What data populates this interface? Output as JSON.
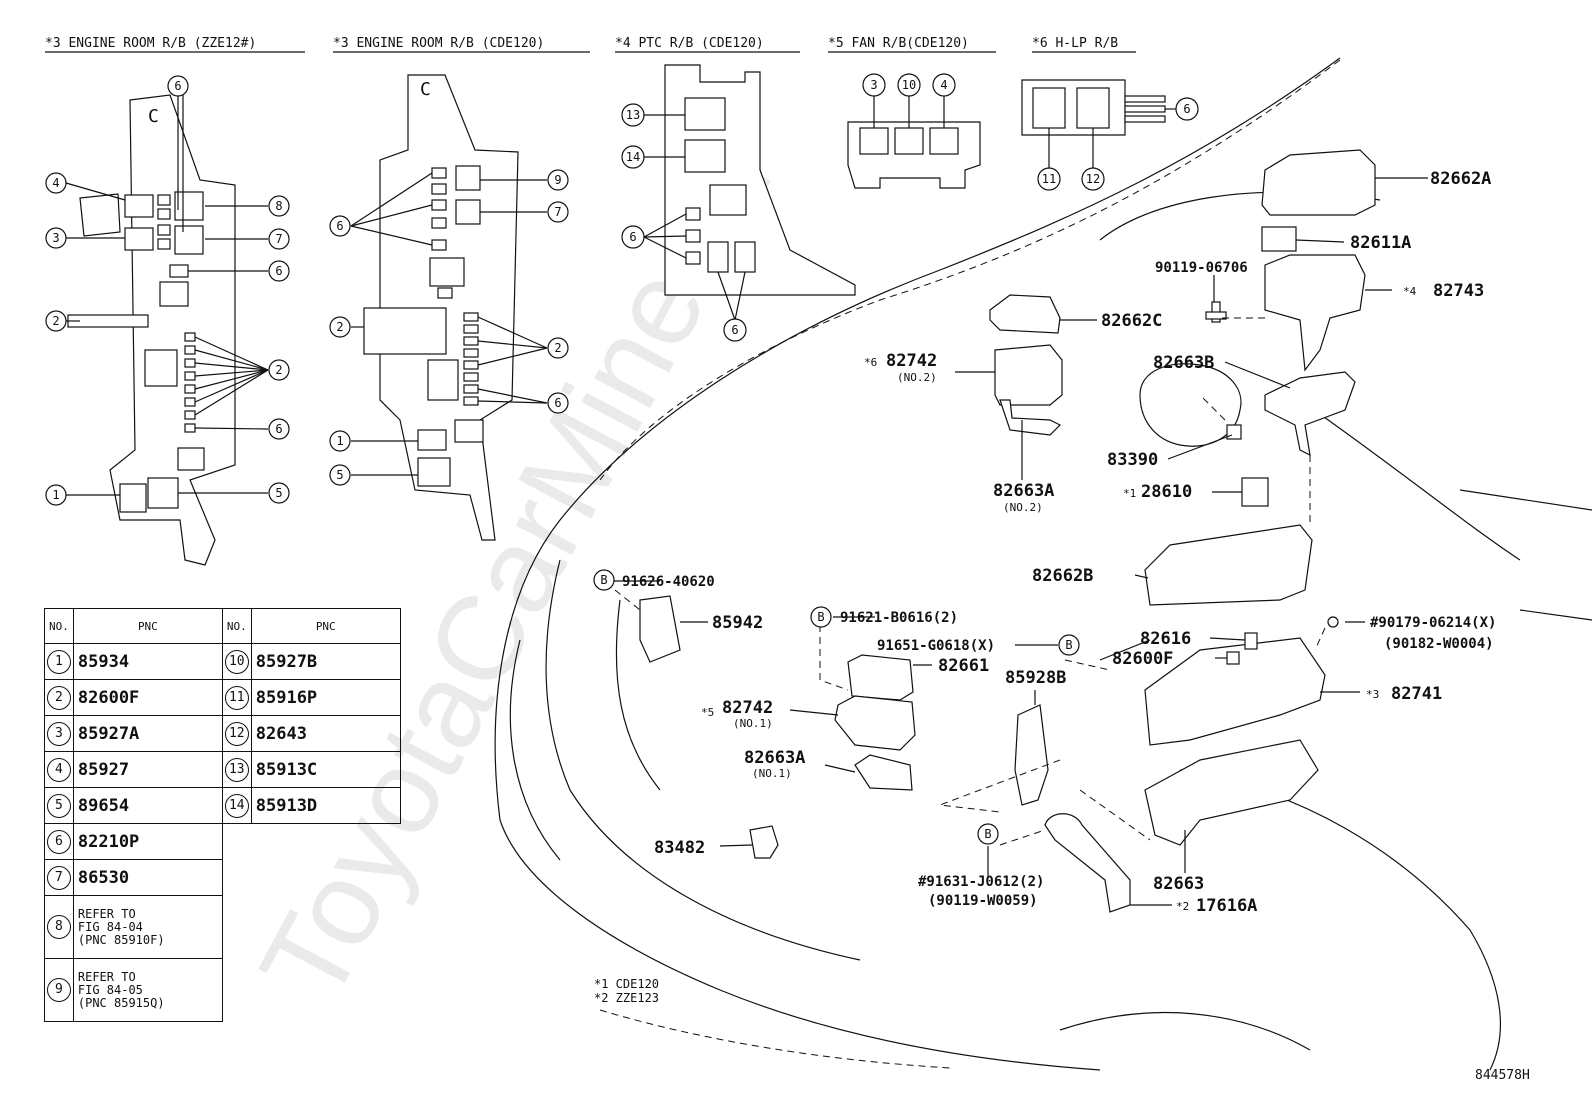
{
  "titles": [
    "*3 ENGINE ROOM R/B (ZZE12#)",
    "*3 ENGINE ROOM R/B (CDE120)",
    "*4 PTC R/B (CDE120)",
    "*5 FAN R/B(CDE120)",
    "*6 H-LP R/B"
  ],
  "watermark": "ToyotaCarMine.ru",
  "table": {
    "headers": [
      "NO.",
      "PNC",
      "NO.",
      "PNC"
    ],
    "left": [
      {
        "no": "1",
        "pnc": "85934"
      },
      {
        "no": "2",
        "pnc": "82600F"
      },
      {
        "no": "3",
        "pnc": "85927A"
      },
      {
        "no": "4",
        "pnc": "85927"
      },
      {
        "no": "5",
        "pnc": "89654"
      },
      {
        "no": "6",
        "pnc": "82210P"
      },
      {
        "no": "7",
        "pnc": "86530"
      },
      {
        "no": "8",
        "l1": "REFER TO",
        "l2": "FIG 84-04",
        "l3": "(PNC 85910F)"
      },
      {
        "no": "9",
        "l1": "REFER TO",
        "l2": "FIG 84-05",
        "l3": "(PNC 85915Q)"
      }
    ],
    "right": [
      {
        "no": "10",
        "pnc": "85927B"
      },
      {
        "no": "11",
        "pnc": "85916P"
      },
      {
        "no": "12",
        "pnc": "82643"
      },
      {
        "no": "13",
        "pnc": "85913C"
      },
      {
        "no": "14",
        "pnc": "85913D"
      }
    ]
  },
  "callouts": {
    "zze": [
      "6",
      "4",
      "8",
      "3",
      "7",
      "6",
      "2",
      "2",
      "6",
      "1",
      "5"
    ],
    "cde": [
      "9",
      "7",
      "6",
      "2",
      "2",
      "6",
      "1",
      "5"
    ],
    "ptc": [
      "13",
      "14",
      "6",
      "6"
    ],
    "fan": [
      "3",
      "10",
      "4"
    ],
    "hlp": [
      "6",
      "11",
      "12"
    ]
  },
  "parts": {
    "p82662A": "82662A",
    "p82611A": "82611A",
    "p90119_06706": "90119-06706",
    "p82743_pre": "*4",
    "p82743": "82743",
    "p82662C": "82662C",
    "p82742b_pre": "*6",
    "p82742b": "82742",
    "p82742b_sub": "(NO.2)",
    "p82663B": "82663B",
    "p83390": "83390",
    "p82663A2": "82663A",
    "p82663A2_sub": "(NO.2)",
    "p28610_pre": "*1",
    "p28610": "28610",
    "p82662B": "82662B",
    "p91626": "91626-40620",
    "p85942": "85942",
    "p91621": "91621-B0616(2)",
    "p91651": "91651-G0618(X)",
    "p82661": "82661",
    "p85928B": "85928B",
    "p82616": "82616",
    "p82600F": "82600F",
    "p90179": "#90179-06214(X)",
    "p90182": "(90182-W0004)",
    "p82741_pre": "*3",
    "p82741": "82741",
    "p82742a_pre": "*5",
    "p82742a": "82742",
    "p82742a_sub": "(NO.1)",
    "p82663A1": "82663A",
    "p82663A1_sub": "(NO.1)",
    "p83482": "83482",
    "p91631": "#91631-J0612(2)",
    "p90119W": "(90119-W0059)",
    "p82663": "82663",
    "p17616A_pre": "*2",
    "p17616A": "17616A",
    "bolt": "B"
  },
  "notes": [
    "*1 CDE120",
    "*2 ZZE123"
  ],
  "code": "844578H"
}
